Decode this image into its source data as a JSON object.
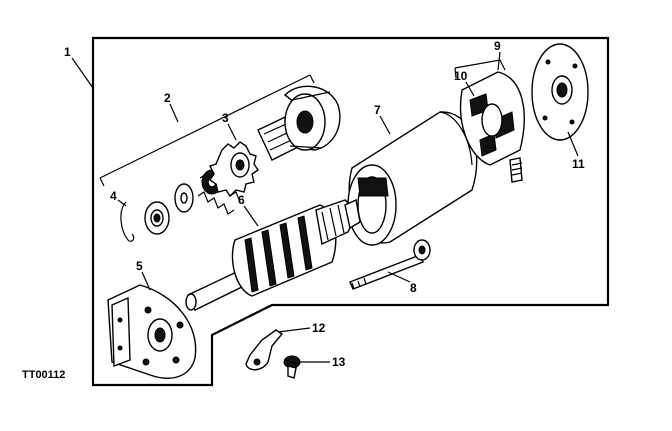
{
  "figure_code": "TT00112",
  "callouts": [
    {
      "id": "1",
      "text": "1"
    },
    {
      "id": "2",
      "text": "2"
    },
    {
      "id": "3",
      "text": "3"
    },
    {
      "id": "4",
      "text": "4"
    },
    {
      "id": "5",
      "text": "5"
    },
    {
      "id": "6",
      "text": "6"
    },
    {
      "id": "7",
      "text": "7"
    },
    {
      "id": "8",
      "text": "8"
    },
    {
      "id": "9",
      "text": "9"
    },
    {
      "id": "10",
      "text": "10"
    },
    {
      "id": "11",
      "text": "11"
    },
    {
      "id": "12",
      "text": "12"
    },
    {
      "id": "13",
      "text": "13"
    }
  ]
}
